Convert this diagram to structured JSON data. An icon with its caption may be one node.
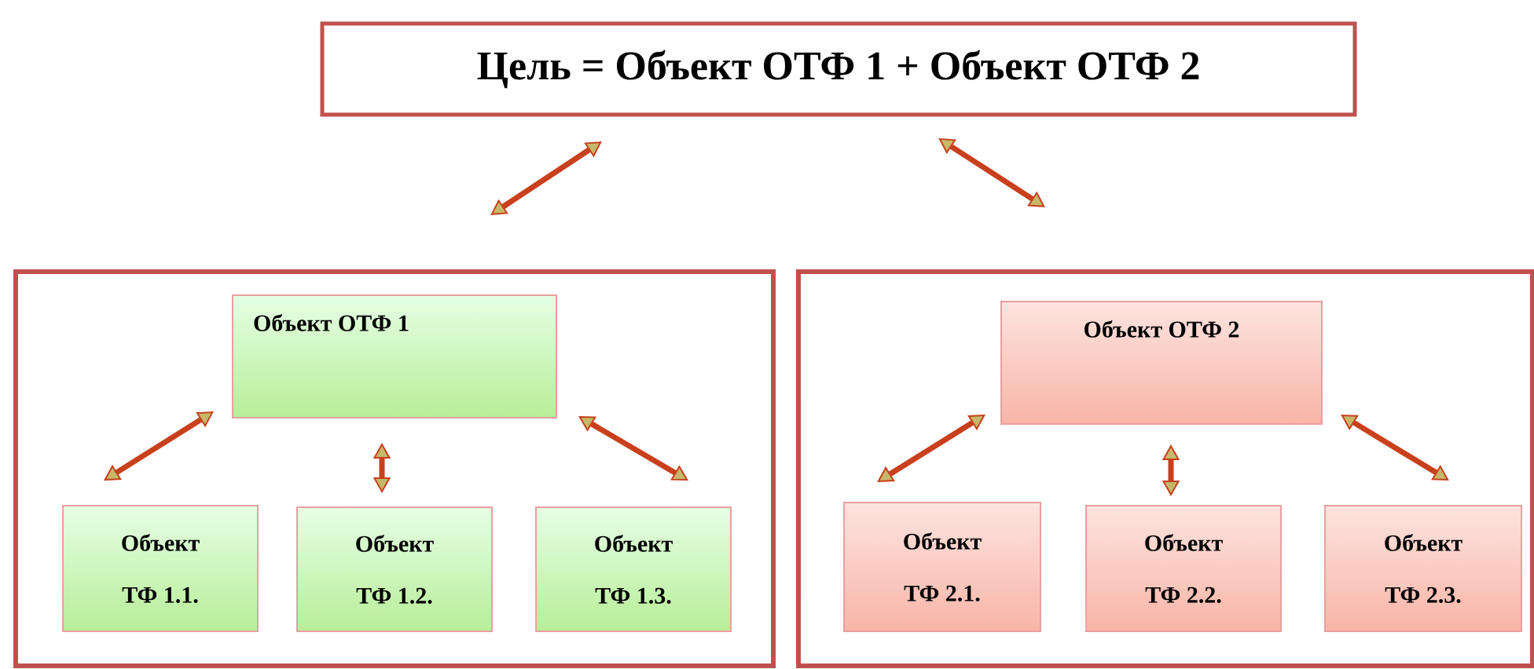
{
  "diagram": {
    "nodes": [
      {
        "text": [
          "Цель = Объект ОТФ 1 + Объект ОТФ 2"
        ]
      },
      {
        "text": [],
        "shape": "box"
      },
      {
        "text": [
          "Объект ОТФ 1"
        ],
        "in": 1
      },
      {
        "text": [
          "Объект ТФ 1.1."
        ],
        "in": 1
      },
      {
        "text": [
          "Объект ТФ 1.2."
        ],
        "in": 1
      },
      {
        "text": [
          "Объект ТФ 1.3."
        ],
        "in": 1
      },
      {
        "text": [],
        "shape": "box"
      },
      {
        "text": [
          "Объект ОТФ 2"
        ],
        "in": 6
      },
      {
        "text": [
          "Объект ТФ 2.1."
        ],
        "in": 6
      },
      {
        "text": [
          "Объект ТФ 2.2."
        ],
        "in": 6
      },
      {
        "text": [
          "Объект ТФ 2.3."
        ],
        "in": 6
      }
    ],
    "edges": [
      {
        "from": 0,
        "to": 1,
        "arrow": "both"
      },
      {
        "from": 0,
        "to": 6,
        "arrow": "both"
      },
      {
        "from": 2,
        "to": 3,
        "arrow": "both"
      },
      {
        "from": 2,
        "to": 4,
        "arrow": "both"
      },
      {
        "from": 2,
        "to": 5,
        "arrow": "both"
      },
      {
        "from": 7,
        "to": 8,
        "arrow": "both"
      },
      {
        "from": 7,
        "to": 9,
        "arrow": "both"
      },
      {
        "from": 7,
        "to": 10,
        "arrow": "both"
      }
    ]
  }
}
